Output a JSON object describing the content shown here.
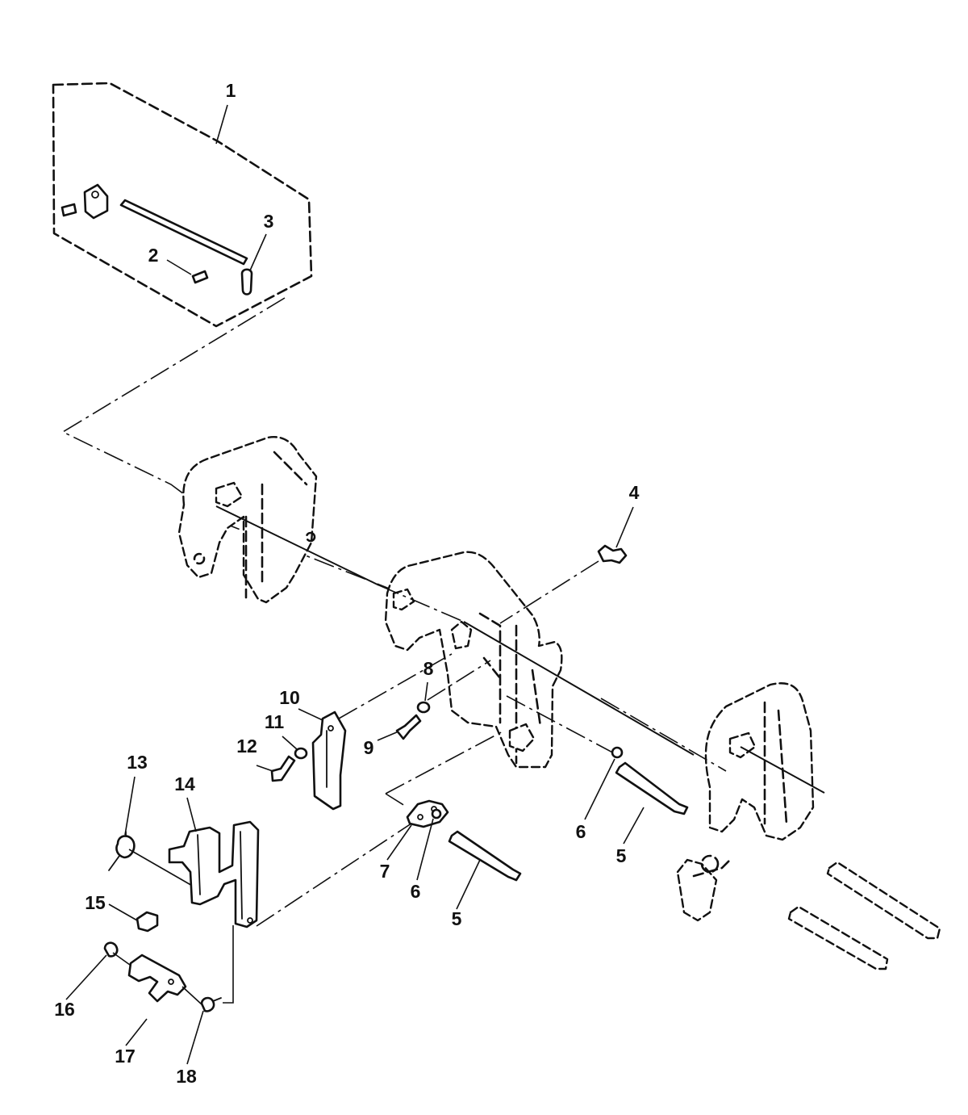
{
  "callouts": [
    {
      "id": "c1",
      "text": "1"
    },
    {
      "id": "c2",
      "text": "2"
    },
    {
      "id": "c3",
      "text": "3"
    },
    {
      "id": "c4",
      "text": "4"
    },
    {
      "id": "c5a",
      "text": "5"
    },
    {
      "id": "c5b",
      "text": "5"
    },
    {
      "id": "c6a",
      "text": "6"
    },
    {
      "id": "c6b",
      "text": "6"
    },
    {
      "id": "c7",
      "text": "7"
    },
    {
      "id": "c8",
      "text": "8"
    },
    {
      "id": "c9",
      "text": "9"
    },
    {
      "id": "c10",
      "text": "10"
    },
    {
      "id": "c11",
      "text": "11"
    },
    {
      "id": "c12",
      "text": "12"
    },
    {
      "id": "c13",
      "text": "13"
    },
    {
      "id": "c14",
      "text": "14"
    },
    {
      "id": "c15",
      "text": "15"
    },
    {
      "id": "c16",
      "text": "16"
    },
    {
      "id": "c17",
      "text": "17"
    },
    {
      "id": "c18",
      "text": "18"
    }
  ]
}
